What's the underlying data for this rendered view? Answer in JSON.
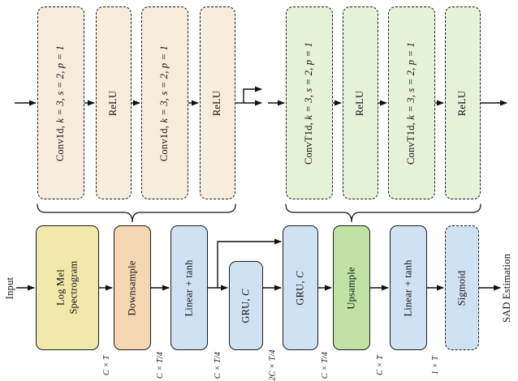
{
  "encoder_stack": {
    "color": "#f8ecdc",
    "blocks": [
      {
        "name": "Conv1d, ",
        "params": "k = 3, s = 2, p = 1"
      },
      {
        "name": "ReLU",
        "params": ""
      },
      {
        "name": "Conv1d, ",
        "params": "k = 3, s = 2, p = 1"
      },
      {
        "name": "ReLU",
        "params": ""
      }
    ]
  },
  "decoder_stack": {
    "color": "#e4f2d8",
    "blocks": [
      {
        "name": "ConvT1d, ",
        "params": "k = 3, s = 2, p = 1"
      },
      {
        "name": "ReLU",
        "params": ""
      },
      {
        "name": "ConvT1d, ",
        "params": "k = 3, s = 2, p = 1"
      },
      {
        "name": "ReLU",
        "params": ""
      }
    ]
  },
  "pipeline": {
    "input_label": "Input",
    "output_label": "SAD Estimation",
    "blocks": [
      {
        "name": "Log Mel Spectrogram",
        "params": "",
        "color": "#f1e9a9"
      },
      {
        "name": "Downsample",
        "params": "",
        "color": "#f6d7b3"
      },
      {
        "name": "Linear + tanh",
        "params": "",
        "color": "#cfe2f3"
      },
      {
        "name": "GRU, ",
        "params": "C",
        "color": "#cfe2f3"
      },
      {
        "name": "GRU, ",
        "params": "C",
        "color": "#cfe2f3"
      },
      {
        "name": "Upsample",
        "params": "",
        "color": "#bfe3a4"
      },
      {
        "name": "Linear + tanh",
        "params": "",
        "color": "#cfe2f3"
      },
      {
        "name": "Sigmoid",
        "params": "",
        "color": "#cfe2f3"
      }
    ],
    "dims": [
      "C × T",
      "C × T/4",
      "C × T/4",
      "2C × T/4",
      "C × T/4",
      "C × T",
      "1 × T"
    ]
  },
  "colors": {
    "line": "#111111",
    "border": "#1b1b1b",
    "background": "#ffffff"
  }
}
